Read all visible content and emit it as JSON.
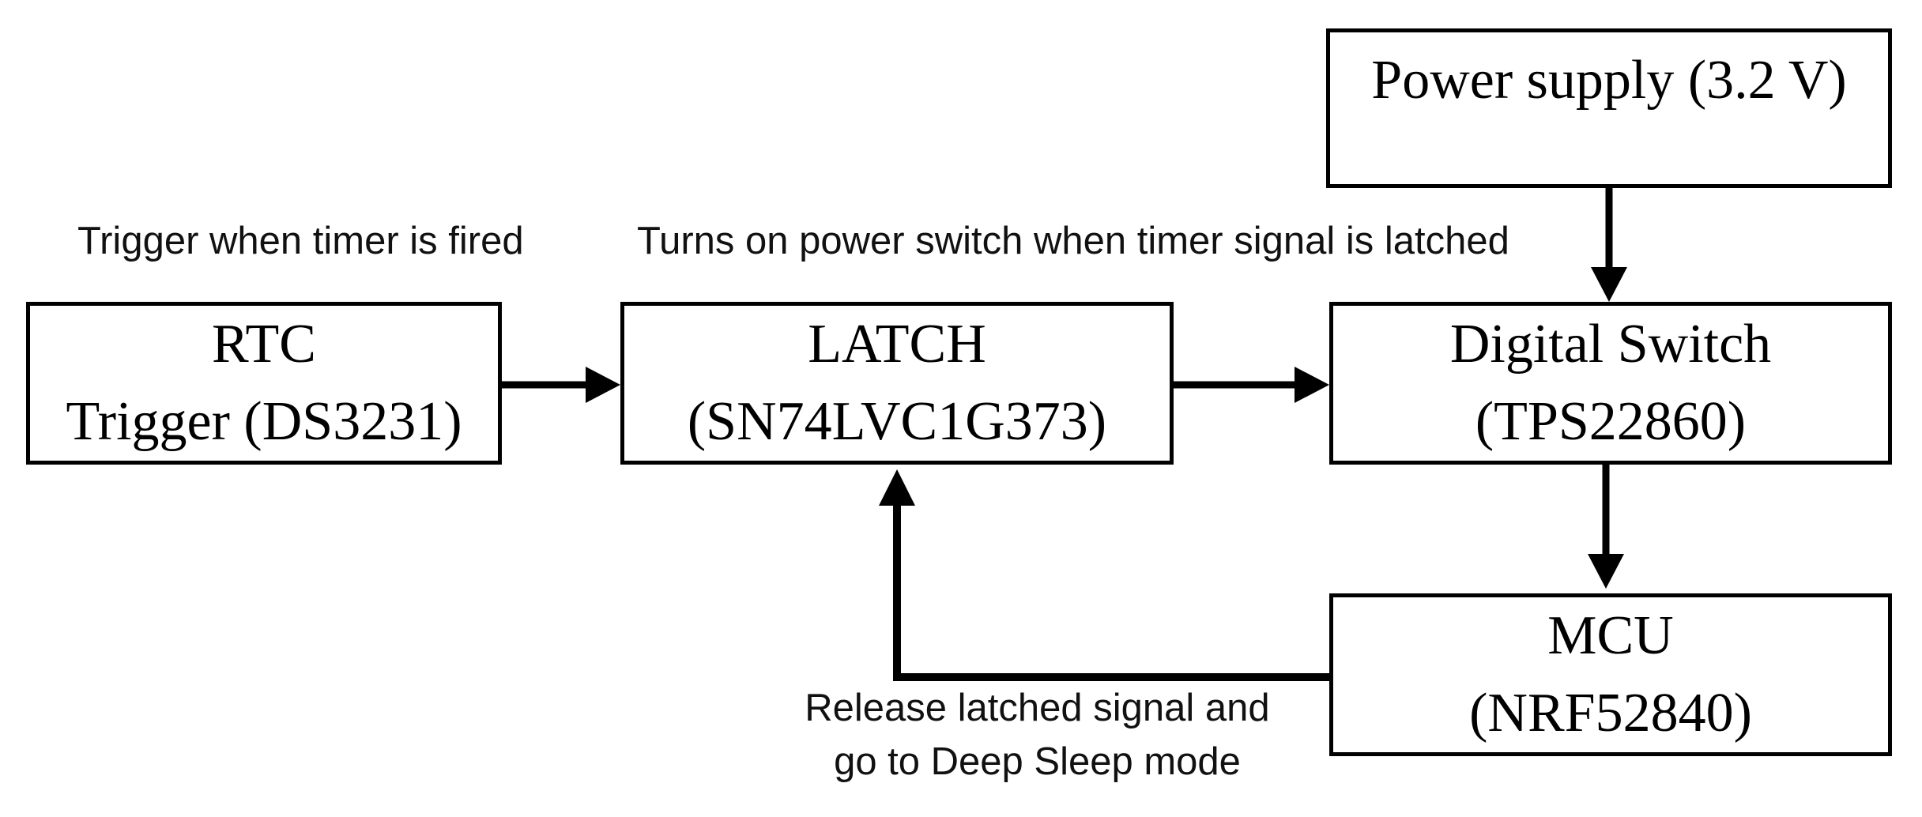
{
  "diagram": {
    "title": "MCU power-latch wake/sleep block diagram",
    "nodes": {
      "power_supply": {
        "line1": "Power supply (3.2 V)"
      },
      "rtc": {
        "line1": "RTC",
        "line2": "Trigger (DS3231)"
      },
      "latch": {
        "line1": "LATCH",
        "line2": "(SN74LVC1G373)"
      },
      "digital_switch": {
        "line1": "Digital Switch",
        "line2": "(TPS22860)"
      },
      "mcu": {
        "line1": "MCU",
        "line2": "(NRF52840)"
      }
    },
    "edge_labels": {
      "rtc_to_latch": "Trigger when timer is fired",
      "latch_to_switch": "Turns on power switch when timer signal is latched",
      "mcu_to_latch_line1": "Release latched signal and",
      "mcu_to_latch_line2": "go to Deep Sleep mode"
    },
    "edges": [
      {
        "from": "rtc",
        "to": "latch"
      },
      {
        "from": "latch",
        "to": "digital_switch"
      },
      {
        "from": "power_supply",
        "to": "digital_switch"
      },
      {
        "from": "digital_switch",
        "to": "mcu"
      },
      {
        "from": "mcu",
        "to": "latch"
      }
    ],
    "colors": {
      "background": "#ffffff",
      "line": "#000000",
      "box_border": "#000000",
      "box_text": "#000000",
      "label_text": "#111111"
    }
  }
}
